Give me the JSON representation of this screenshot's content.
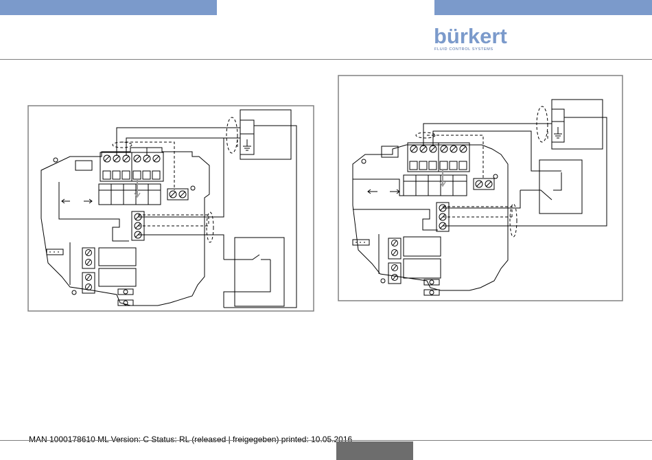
{
  "header": {
    "brand_name": "bürkert",
    "brand_tagline": "FLUID CONTROL SYSTEMS",
    "brand_color": "#7b9acb"
  },
  "diagrams": [
    {
      "id": "wiring-left",
      "terminals_top": 6,
      "terminals_side": 3
    },
    {
      "id": "wiring-right",
      "terminals_top": 6,
      "terminals_side": 3
    }
  ],
  "footer": {
    "text": "MAN  1000178610  ML  Version: C Status: RL (released | freigegeben)  printed: 10.05.2016"
  }
}
